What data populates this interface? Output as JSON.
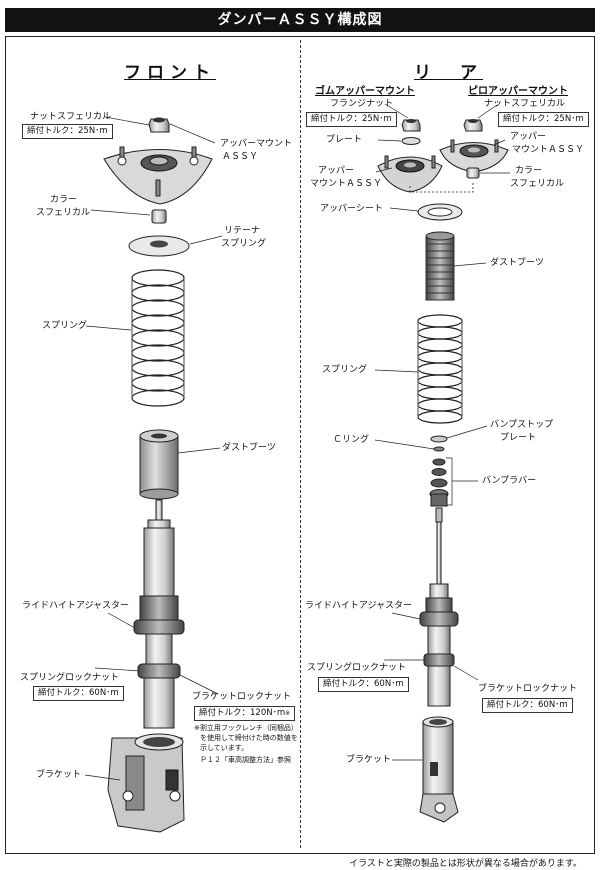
{
  "header": {
    "title": "ダンパーＡＳＳＹ構成図"
  },
  "front": {
    "title": "フロント",
    "labels": {
      "nut_spherical": "ナットスフェリカル",
      "nut_torque": "締付トルク：25N･m",
      "upper_mount_1": "アッパーマウント",
      "upper_mount_2": "ＡＳＳＹ",
      "collar_1": "カラー",
      "collar_2": "スフェリカル",
      "retainer_1": "リテーナ",
      "retainer_2": "スプリング",
      "spring": "スプリング",
      "dust_boot": "ダストブーツ",
      "ride_height": "ライドハイトアジャスター",
      "spring_lock_nut": "スプリングロックナット",
      "spring_lock_torque": "締付トルク：60N･m",
      "bracket_lock_nut": "ブラケットロックナット",
      "bracket_lock_torque": "締付トルク：120N･m",
      "bracket_lock_mark": "※",
      "note_1": "※割立用フックレンチ（同梱品）",
      "note_2": "を使用して締付けた時の数値を",
      "note_3": "示しています。",
      "note_4": "Ｐ１２「車高調整方法」参照",
      "bracket": "ブラケット"
    }
  },
  "rear": {
    "title": "リ　ア",
    "rubber_mount_title": "ゴムアッパーマウント",
    "pillow_mount_title": "ピロアッパーマウント",
    "labels": {
      "flange_nut": "フランジナット",
      "flange_torque": "締付トルク：25N･m",
      "plate": "プレート",
      "upper_mount_1": "アッパー",
      "upper_mount_2": "マウントＡＳＳＹ",
      "nut_spherical": "ナットスフェリカル",
      "nut_torque": "締付トルク：25N･m",
      "pillow_upper_1": "アッパー",
      "pillow_upper_2": "マウントＡＳＳＹ",
      "collar_1": "カラー",
      "collar_2": "スフェリカル",
      "upper_sheet": "アッパーシート",
      "dust_boot": "ダストブーツ",
      "spring": "スプリング",
      "bump_stop_1": "バンプストップ",
      "bump_stop_2": "プレート",
      "c_ring": "Ｃリング",
      "bump_rubber": "バンプラバー",
      "ride_height": "ライドハイトアジャスター",
      "spring_lock_nut": "スプリングロックナット",
      "spring_lock_torque": "締付トルク：60N･m",
      "bracket_lock_nut": "ブラケットロックナット",
      "bracket_lock_torque": "締付トルク：60N･m",
      "bracket": "ブラケット"
    }
  },
  "footer": {
    "disclaimer": "イラストと実際の製品とは形状が異なる場合があります。"
  }
}
